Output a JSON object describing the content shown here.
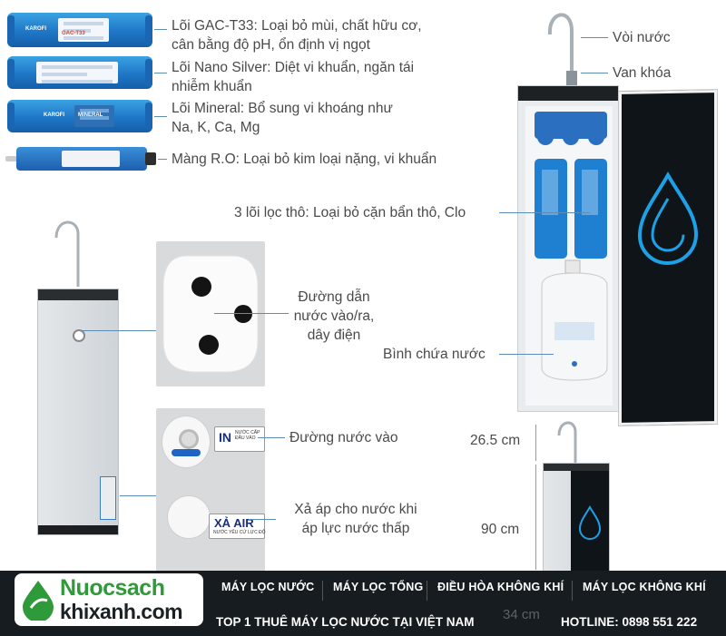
{
  "filters": [
    {
      "label_line1": "Lõi GAC-T33: Loại bỏ mùi, chất hữu cơ,",
      "label_line2": "cân bằng độ pH, ổn định vị ngọt"
    },
    {
      "label_line1": "Lõi Nano Silver: Diệt vi khuẩn, ngăn tái",
      "label_line2": "nhiễm khuẩn"
    },
    {
      "label_line1": "Lõi Mineral: Bổ sung vi khoáng như",
      "label_line2": "Na, K, Ca, Mg"
    },
    {
      "label_line1": "Màng R.O:  Loại bỏ kim loại nặng, vi khuẩn",
      "label_line2": ""
    }
  ],
  "cartridge_text": {
    "brand": "KAROFI",
    "gac": "GAC-T33",
    "mineral": "MINERAL"
  },
  "machine": {
    "faucet_label": "Vòi nước",
    "valve_label": "Van khóa",
    "prefilter_label": "3 lõi lọc thô: Loại bỏ cặn bẩn thô, Clo",
    "tank_label": "Bình chứa nước"
  },
  "ports": {
    "conduit_line1": "Đường dẫn",
    "conduit_line2": "nước vào/ra,",
    "conduit_line3": "dây điện",
    "inlet_label": "Đường nước vào",
    "inlet_tag": "IN",
    "inlet_tag_small": "NƯỚC CẤP ĐẦU VÀO",
    "air_line1": "Xả áp cho nước khi",
    "air_line2": "áp lực nước thấp",
    "air_tag": "XẢ AIR",
    "air_tag_small": "NƯỚC YẾU CỨ LỰC ĐỘ"
  },
  "dimensions": {
    "faucet_height": "26.5 cm",
    "body_height": "90 cm",
    "width": "34 cm"
  },
  "footer": {
    "logo_line1": "Nuocsach",
    "logo_line2": "khixanh.com",
    "nav": [
      "MÁY LỌC NƯỚC",
      "MÁY LỌC TỔNG",
      "ĐIỀU HÒA KHÔNG KHÍ",
      "MÁY LỌC KHÔNG KHÍ"
    ],
    "slogan": "TOP 1 THUÊ MÁY LỌC NƯỚC TẠI VIỆT NAM",
    "hotline": "HOTLINE: 0898 551 222"
  },
  "colors": {
    "accent": "#2f9a3a",
    "cartridge": "#1f77c7",
    "footer_bg": "#161c1f"
  }
}
